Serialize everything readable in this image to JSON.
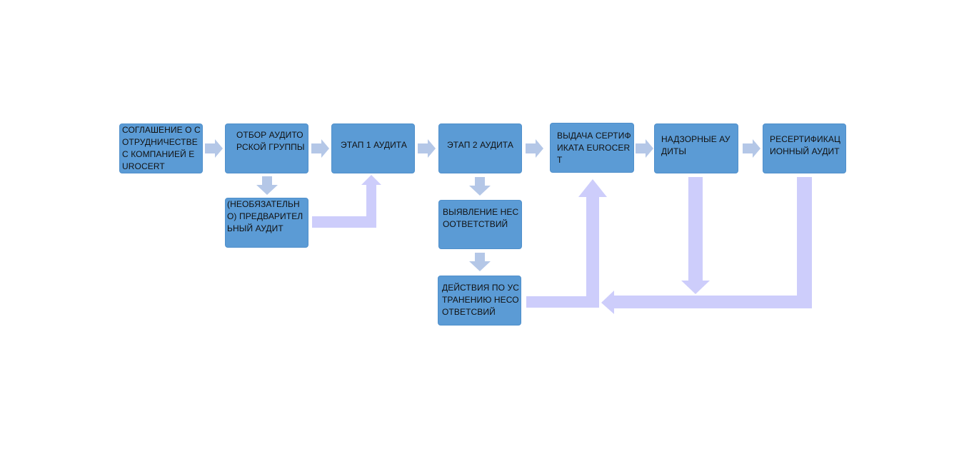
{
  "diagram": {
    "colors": {
      "box_fill": "#5b9bd5",
      "box_border": "#4f8fcb",
      "small_arrow": "#b4c7e7",
      "connector": "#cdcdfb",
      "text": "#111111",
      "background": "#ffffff"
    },
    "boxes": {
      "agreement": "СОГЛАШЕНИЕ О СОТРУДНИЧЕСТВЕ С КОМПАНИЕЙ EUROCERT",
      "team_selection": "ОТБОР АУДИТОРСКОЙ ГРУППЫ",
      "preliminary_audit": "(НЕОБЯЗАТЕЛЬНО) ПРЕДВАРИТЕЛЬНЫЙ АУДИТ",
      "stage1": "ЭТАП 1 АУДИТА",
      "stage2": "ЭТАП 2 АУДИТА",
      "nonconformities": "ВЫЯВЛЕНИЕ НЕСООТВЕТСТВИЙ",
      "corrective_actions": "ДЕЙСТВИЯ ПО УСТРАНЕНИЮ НЕСООТВЕТСВИЙ",
      "certificate": "ВЫДАЧА СЕРТИФИКАТА EUROCERT",
      "surveillance": "НАДЗОРНЫЕ АУДИТЫ",
      "recertification": "РЕСЕРТИФИКАЦИОННЫЙ АУДИТ"
    }
  }
}
